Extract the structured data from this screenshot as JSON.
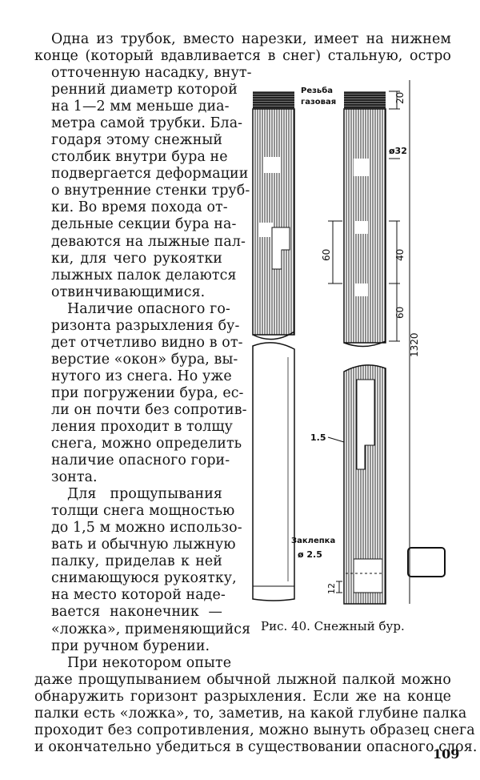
{
  "paragraphs": [
    "Одна из трубок, вместо нарезки, имеет на нижнем конце (который вдавливается в снег) стальную, остро отточенную насадку, внутренний диаметр которой на 1—2 мм меньше диаметра самой трубки. Благодаря этому снежный столбик внутри бура не подвергается деформации о внутренние стенки трубки. Во время похода отдельные секции бура надеваются на лыжные палки, для чего рукоятки лыжных палок делаются отвинчивающимися.",
    "Наличие опасного горизонта разрыхления будет отчетливо видно в отверстие «окон» бура, вынутого из снега. Но уже при погружении бура, если он почти без сопротивления проходит в толщу снега, можно определить наличие опасного горизонта.",
    "Для прощупывания толщи снега мощностью до 1,5 м можно использовать и обычную лыжную палку, приделав к ней снимающуюся рукоятку, на место которой надевается наконечник — «ложка», применяющийся при ручном бурении.",
    "При некотором опыте даже прощупыванием обычной лыжной палкой можно обнаружить горизонт разрыхления. Если же на конце палки есть «ложка», то, заметив, на какой глубине палка проходит без сопротивления, можно вынуть образец снега и окончательно убедиться в существовании опасного слоя."
  ],
  "lines": [
    "Одна из трубок, вместо нарезки, имеет на нижнем",
    "конце (который вдавливается в снег) стальную, остро",
    "отточенную насадку, внут-",
    "ренний диаметр которой",
    "на 1—2 мм меньше диа-",
    "метра самой трубки. Бла-",
    "годаря этому снежный",
    "столбик внутри бура не",
    "подвергается деформации",
    "о внутренние стенки труб-",
    "ки. Во время похода от-",
    "дельные секции бура на-",
    "деваются на лыжные пал-",
    "ки, для чего рукоятки",
    "лыжных палок делаются",
    "отвинчивающимися.",
    "Наличие опасного го-",
    "ризонта разрыхления бу-",
    "дет отчетливо видно в от-",
    "верстие «окон» бура, вы-",
    "нутого из снега. Но уже",
    "при погружении бура, ес-",
    "ли он почти без сопротив-",
    "ления проходит в толщу",
    "снега, можно определить",
    "наличие опасного гори-",
    "зонта.",
    "Для прощупывания",
    "толщи снега мощностью",
    "до 1,5 м можно использо-",
    "вать и обычную лыжную",
    "палку, приделав к ней",
    "снимающуюся рукоятку,",
    "на место которой наде-",
    "вается наконечник —",
    "«ложка», применяющийся",
    "при ручном бурении.",
    "При некотором опыте",
    "даже прощупыванием обычной лыжной палкой можно",
    "обнаружить горизонт разрыхления. Если же на конце",
    "палки есть «ложка», то, заметив, на какой глубине палка",
    "проходит без сопротивления, можно вынуть образец снега",
    "и окончательно убедиться в существовании опасного слоя."
  ],
  "figure": {
    "caption": "Рис. 40. Снежный бур.",
    "labels": {
      "thread": "Резьба",
      "thread2": "газовая",
      "cap": "Заклепка",
      "cap_diam": "ø 2.5",
      "diam": "ø32",
      "dim_20": "20",
      "dim_60a": "60",
      "dim_40": "40",
      "dim_60b": "60",
      "dim_1320": "1320",
      "dim_1_5": "1.5",
      "dim_12": "12"
    }
  },
  "page_number": "109",
  "colors": {
    "ink": "#111111",
    "paper": "#ffffff"
  }
}
